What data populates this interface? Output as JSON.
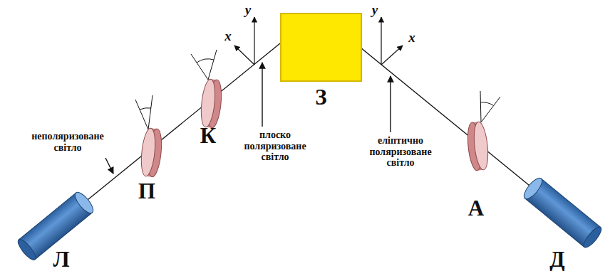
{
  "diagram": {
    "nodes": [
      {
        "text": [
          "З"
        ]
      }
    ],
    "labels": [
      "неполяризоване світло",
      "П",
      "К",
      "x",
      "y",
      "плоско поляризоване світло",
      "y",
      "x",
      "еліптично поляризоване світло",
      "А",
      "Л",
      "Д"
    ]
  }
}
